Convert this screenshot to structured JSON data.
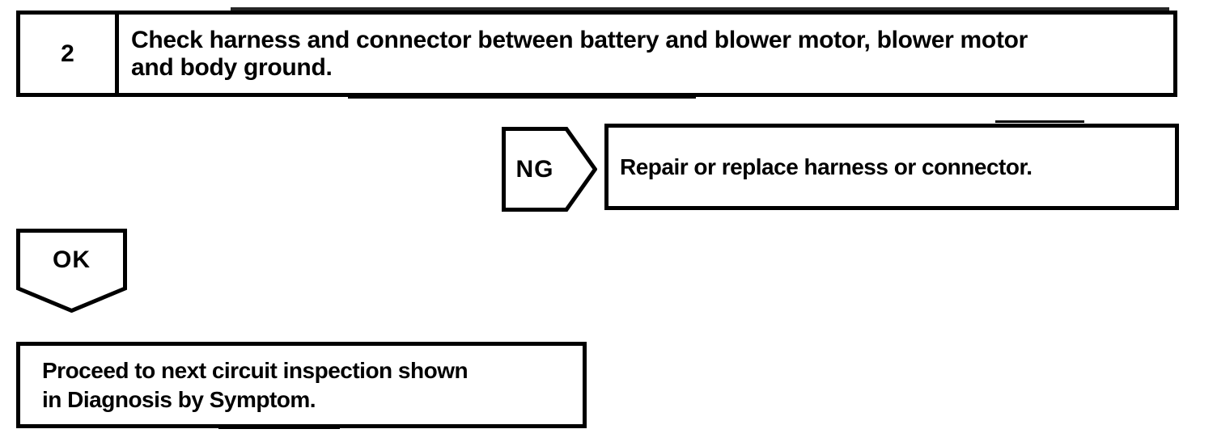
{
  "document": {
    "background": "#ffffff",
    "ink_color": "#000000"
  },
  "flowchart": {
    "step_box": {
      "step_number": "2",
      "instruction_lines": [
        "Check harness and connector between battery and blower motor, blower motor",
        "and body ground."
      ]
    },
    "ng_branch": {
      "label": "NG",
      "action": "Repair or replace harness or connector."
    },
    "ok_branch": {
      "label": "OK",
      "action_lines": [
        "Proceed to next circuit inspection shown",
        "in Diagnosis by Symptom."
      ]
    }
  }
}
